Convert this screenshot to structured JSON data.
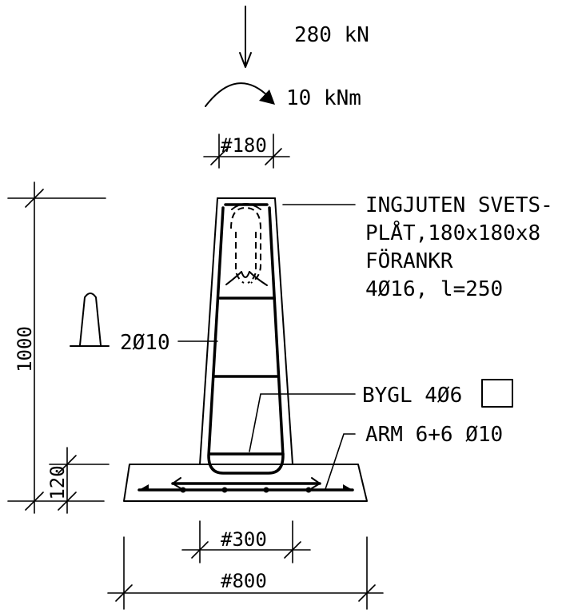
{
  "loads": {
    "axial": "280 kN",
    "moment": "10 kNm"
  },
  "dimensions": {
    "column_top_width": "#180",
    "total_height": "1000",
    "base_height": "120",
    "column_bottom_width": "#300",
    "base_width": "#800"
  },
  "annotations": {
    "plate_line1": "INGJUTEN SVETS-",
    "plate_line2": "PLÅT,180x180x8",
    "plate_line3": "FÖRANKR",
    "plate_line4": "4Ø16, l=250",
    "vertical_bars": "2Ø10",
    "stirrups": "BYGL 4Ø6",
    "base_reinforcement": "ARM 6+6 Ø10"
  }
}
